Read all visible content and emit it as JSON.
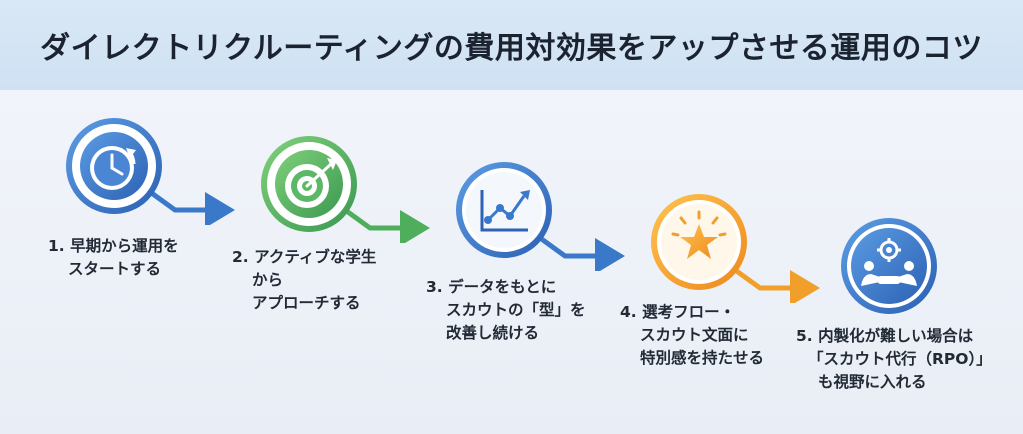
{
  "title": "ダイレクトリクルーティングの費用対効果をアップさせる運用のコツ",
  "steps": [
    {
      "number": "1.",
      "lines": [
        "早期から運用を",
        "スタートする"
      ],
      "icon": "clock-icon",
      "color": "#3a78c9"
    },
    {
      "number": "2.",
      "lines": [
        "アクティブな学生",
        "から",
        "アプローチする"
      ],
      "icon": "target-icon",
      "color": "#4fae5c"
    },
    {
      "number": "3.",
      "lines": [
        "データをもとに",
        "スカウトの「型」を",
        "改善し続ける"
      ],
      "icon": "trend-chart-icon",
      "color": "#3a78c9"
    },
    {
      "number": "4.",
      "lines": [
        "選考フロー・",
        "スカウト文面に",
        "特別感を持たせる"
      ],
      "icon": "star-icon",
      "color": "#f0a02a"
    },
    {
      "number": "5.",
      "lines": [
        "内製化が難しい場合は",
        "「スカウト代行（RPO）」",
        "も視野に入れる"
      ],
      "icon": "handshake-gear-icon",
      "color": "#3a78c9"
    }
  ]
}
